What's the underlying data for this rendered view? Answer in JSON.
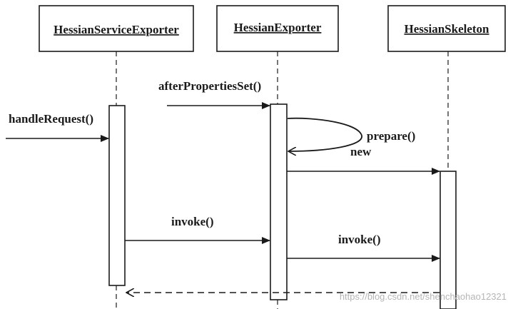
{
  "participants": [
    {
      "id": "service-exporter",
      "label": "HessianServiceExporter"
    },
    {
      "id": "exporter",
      "label": "HessianExporter"
    },
    {
      "id": "skeleton",
      "label": "HessianSkeleton"
    }
  ],
  "messages": {
    "handle_request": "handleRequest()",
    "after_properties_set": "afterPropertiesSet()",
    "prepare": "prepare()",
    "new": "new",
    "invoke_1": "invoke()",
    "invoke_2": "invoke()"
  },
  "watermark": "https://blog.csdn.net/shenchaohao12321",
  "colors": {
    "line": "#1a1a1a",
    "watermark": "#b5b5b5"
  }
}
